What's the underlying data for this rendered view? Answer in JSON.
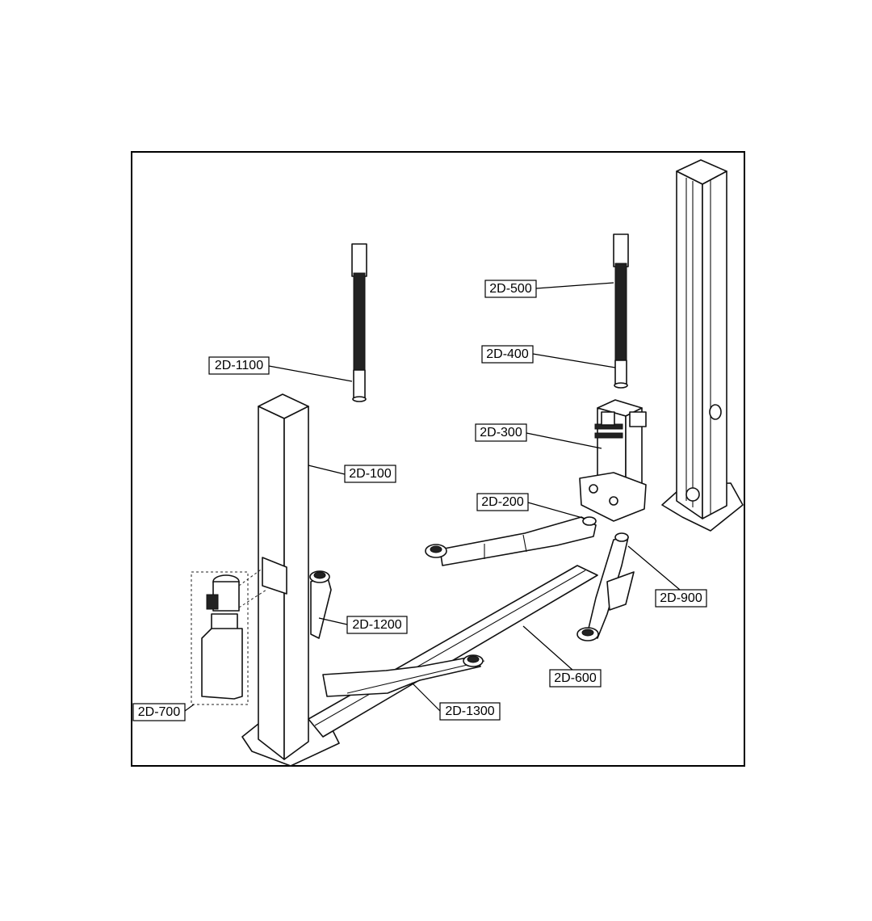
{
  "labels": {
    "l2d100": "2D-100",
    "l2d200": "2D-200",
    "l2d300": "2D-300",
    "l2d400": "2D-400",
    "l2d500": "2D-500",
    "l2d600": "2D-600",
    "l2d700": "2D-700",
    "l2d900": "2D-900",
    "l2d1100": "2D-1100",
    "l2d1200": "2D-1200",
    "l2d1300": "2D-1300"
  },
  "colors": {
    "line": "#111111",
    "background": "#ffffff"
  }
}
